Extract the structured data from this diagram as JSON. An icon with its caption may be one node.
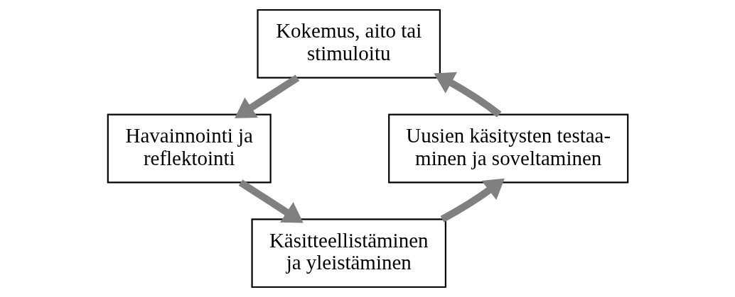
{
  "diagram": {
    "nodes": [
      {
        "text": [
          "Kokemus, aito tai stimuloitu"
        ]
      },
      {
        "text": [
          "Havainnointi ja reflektointi"
        ]
      },
      {
        "text": [
          "Käsitteellistäminen ja yleistäminen"
        ]
      },
      {
        "text": [
          "Uusien käsitysten testaa- minen ja soveltaminen"
        ]
      }
    ],
    "edges": [
      {
        "from": 0,
        "to": 1,
        "arrow": "to"
      },
      {
        "from": 1,
        "to": 2,
        "arrow": "to"
      },
      {
        "from": 2,
        "to": 3,
        "arrow": "to"
      },
      {
        "from": 3,
        "to": 0,
        "arrow": "to"
      }
    ]
  }
}
